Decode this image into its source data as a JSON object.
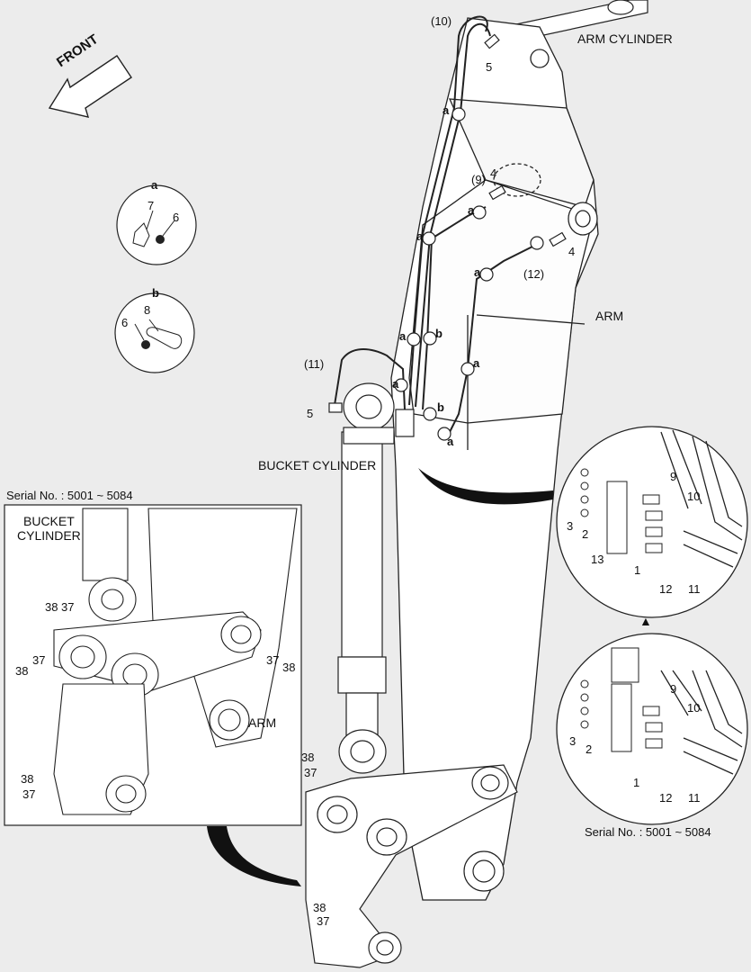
{
  "front_label": "FRONT",
  "labels": {
    "arm_cylinder": "ARM CYLINDER",
    "arm": "ARM",
    "bucket_cylinder": "BUCKET CYLINDER",
    "serial_top": "Serial No. : 5001 ~ 5084",
    "bucket_cylinder_inset_1": "BUCKET",
    "bucket_cylinder_inset_2": "CYLINDER",
    "arm_inset": "ARM",
    "serial_bottom": "Serial No. : 5001 ~ 5084",
    "triangle": "▲"
  },
  "detail_a": {
    "letter": "a",
    "parts": [
      "7",
      "6"
    ]
  },
  "detail_b": {
    "letter": "b",
    "parts": [
      "8",
      "6"
    ]
  },
  "callouts_main": {
    "p10": "(10)",
    "p5a": "5",
    "p9": "(9)",
    "p4a": "4",
    "p4b": "4",
    "p12": "(12)",
    "p11": "(11)",
    "p5b": "5",
    "p38a": "38",
    "p37a": "37",
    "p38b": "38",
    "p37b": "37",
    "clip_a": "a",
    "clip_b": "b"
  },
  "callouts_inset_left": {
    "p38a": "38",
    "p37a": "37",
    "p37b": "37",
    "p38b": "38",
    "p37c": "37",
    "p38c": "38",
    "p38d": "38",
    "p37d": "37"
  },
  "callouts_circle_top": {
    "p9": "9",
    "p10": "10",
    "p3": "3",
    "p2": "2",
    "p13": "13",
    "p1": "1",
    "p12": "12",
    "p11": "11"
  },
  "callouts_circle_bottom": {
    "p9": "9",
    "p10": "10",
    "p3": "3",
    "p2": "2",
    "p1": "1",
    "p12": "12",
    "p11": "11"
  }
}
